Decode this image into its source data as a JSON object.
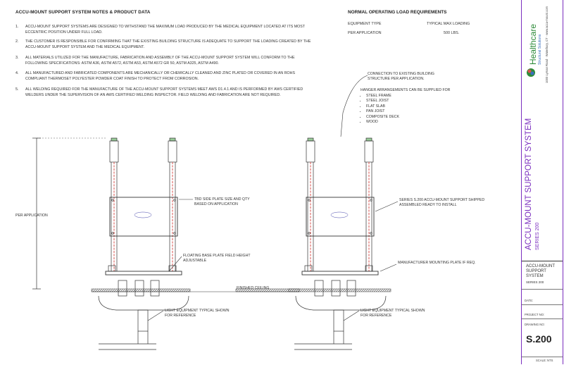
{
  "notes": {
    "title": "ACCU-MOUNT SUPPORT SYSTEM NOTES & PRODUCT DATA",
    "items": [
      {
        "num": "1.",
        "text": "ACCU-MOUNT SUPPORT SYSTEMS ARE DESIGNED TO WITHSTAND THE MAXIMUM LOAD PRODUCED BY THE MEDICAL EQUIPMENT LOCATED AT ITS MOST ECCENTRIC POSITION UNDER FULL LOAD."
      },
      {
        "num": "2.",
        "text": "THE CUSTOMER IS RESPONSIBLE FOR CONFIRMING THAT THE EXISTING BUILDING STRUCTURE IS ADEQUATE TO SUPPORT THE LOADING CREATED BY THE ACCU-MOUNT SUPPORT SYSTEM AND THE MEDICAL EQUIPMENT."
      },
      {
        "num": "3.",
        "text": "ALL MATERIALS UTILIZED FOR THE MANUFACTURE, FABRICATION AND ASSEMBLY OF THE ACCU-MOUNT SUPPORT SYSTEM WILL CONFORM TO THE FOLLOWING SPECIFICATIONS: ASTM A36, ASTM A572, ASTM A53, ASTM A572 GR 50, ASTM A325, ASTM A490."
      },
      {
        "num": "4.",
        "text": "ALL MANUFACTURED AND FABRICATED COMPONENTS ARE MECHANICALLY OR CHEMICALLY CLEANED AND ZINC PLATED OR COVERED IN AN ROHS COMPLIANT THERMOSET POLYESTER POWDER COAT FINISH TO PROTECT FROM CORROSION."
      },
      {
        "num": "5.",
        "text": "ALL WELDING REQUIRED FOR THE MANUFACTURE OF THE ACCU-MOUNT SUPPORT SYSTEMS MEET AWS D1.4.1 AND IS PERFORMED BY AWS CERTIFIED WELDERS UNDER THE SUPERVISION OF AN AWS CERTIFIED WELDING INSPECTOR. FIELD WELDING AND FABRICATION ARE NOT REQUIRED."
      }
    ]
  },
  "load": {
    "title": "NORMAL OPERATING LOAD REQUIREMENTS",
    "col_equipment": "EQUIPMENT TYPE",
    "col_loading": "TYPICAL MAX LOADING",
    "row_label": "PER APPLICATION",
    "row_value": "500 LBS."
  },
  "callouts": {
    "connection": "CONNECTION TO EXISTING BUILDING STRUCTURE PER APPLICATION.",
    "hanger_intro": "HANGER ARRANGEMENTS CAN BE SUPPLIED FOR",
    "hanger_items": [
      "STEEL FRAME",
      "STEEL JOIST",
      "FLAT SLAB",
      "PAN JOIST",
      "COMPOSITE DECK",
      "WOOD"
    ],
    "tbd_plate": "TBD SIDE PLATE SIZE AND QTY BASED ON APPLICATION",
    "floating_plate": "FLOATING BASE PLATE FIELD HEIGHT ADJUSTABLE",
    "per_application": "PER APPLICATION",
    "finished_ceiling": "FINISHED CEILING",
    "light_equipment_left": "LIGHT EQUIPMENT TYPICAL SHOWN FOR REFERENCE",
    "light_equipment_right": "LIGHT EQUIPMENT TYPICAL SHOWN FOR REFERENCE",
    "series_shipped": "SERIES S.200 ACCU-MOUNT SUPPORT SHIPPED ASSEMBLED READY TO INSTALL",
    "manufacturer_plate": "MANUFACTURER MOUNTING PLATE IF REQ."
  },
  "title_block": {
    "brand": "Healthcare",
    "brand_sub": "Structural Solutions",
    "address": "1000 Lyman Road · Waterbury, CT · www.accu-mount.com",
    "system_title": "ACCU-MOUNT SUPPORT SYSTEM",
    "series": "SERIES 200",
    "box_title": "ACCU-MOUNT SUPPORT SYSTEM",
    "box_series": "SERIES 200",
    "date_label": "DATE:",
    "project_label": "PROJECT NO:",
    "drawing_no_label": "DRAWING NO:",
    "sheet_number": "S.200",
    "scale_label": "SCALE:  NTS"
  },
  "colors": {
    "frame_accent": "#7b2fbf",
    "rod_red": "#d9534f",
    "line_dark": "#333333",
    "brand_green": "#2e8b3a"
  }
}
